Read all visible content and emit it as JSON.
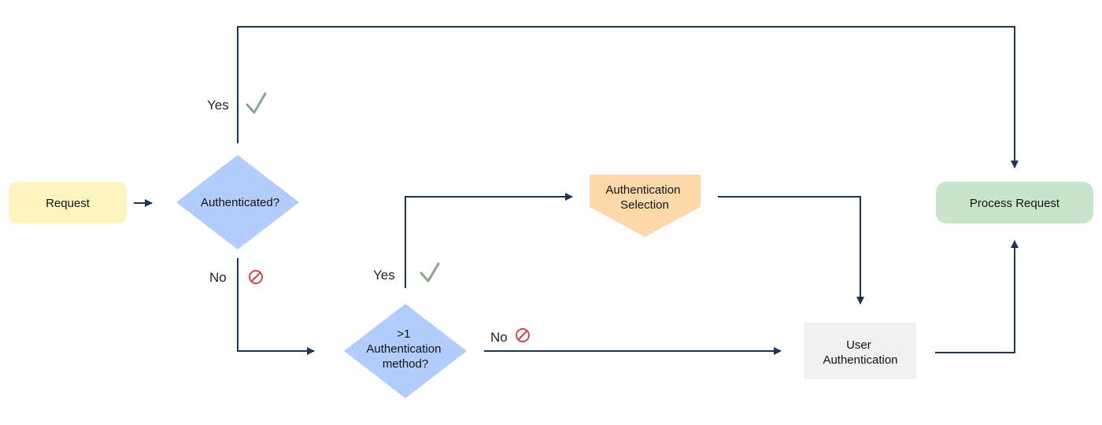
{
  "colors": {
    "request": "#fdf4bf",
    "process": "#c8e5cb",
    "decision": "#b2cdfb",
    "selection": "#fbd9ab",
    "user_auth": "#f1f1f1",
    "edge": "#1f3556",
    "check": "#8aa48c",
    "no_icon": "#c44a56"
  },
  "nodes": {
    "request": "Request",
    "authenticated": "Authenticated?",
    "multi_method": [
      ">1",
      "Authentication",
      "method?"
    ],
    "auth_selection": [
      "Authentication",
      "Selection"
    ],
    "user_auth": [
      "User",
      "Authentication"
    ],
    "process_request": "Process Request"
  },
  "edge_labels": {
    "yes_top": "Yes",
    "no_left": "No",
    "yes_mid": "Yes",
    "no_mid": "No"
  },
  "icons": {
    "yes": "check-icon",
    "no": "prohibited-icon"
  }
}
